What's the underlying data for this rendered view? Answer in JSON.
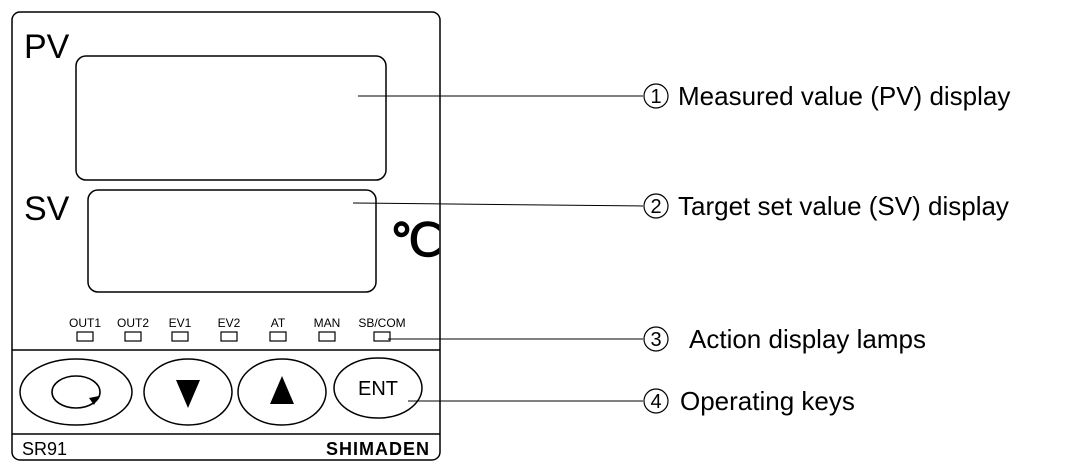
{
  "panel": {
    "pv_label": "PV",
    "sv_label": "SV",
    "unit_symbol": "℃",
    "model": "SR91",
    "brand": "SHIMADEN"
  },
  "lamps": [
    {
      "label": "OUT1"
    },
    {
      "label": "OUT2"
    },
    {
      "label": "EV1"
    },
    {
      "label": "EV2"
    },
    {
      "label": "AT"
    },
    {
      "label": "MAN"
    },
    {
      "label": "SB/COM"
    }
  ],
  "keys": [
    {
      "name": "rotate-key",
      "icon": "circular-arrow-icon"
    },
    {
      "name": "down-key",
      "icon": "triangle-down-icon"
    },
    {
      "name": "up-key",
      "icon": "triangle-up-icon"
    },
    {
      "name": "ent-key",
      "label": "ENT"
    }
  ],
  "callouts": [
    {
      "number": "1",
      "text": "Measured value (PV) display"
    },
    {
      "number": "2",
      "text": "Target set value (SV) display"
    },
    {
      "number": "3",
      "text": "Action display lamps"
    },
    {
      "number": "4",
      "text": "Operating keys"
    }
  ]
}
